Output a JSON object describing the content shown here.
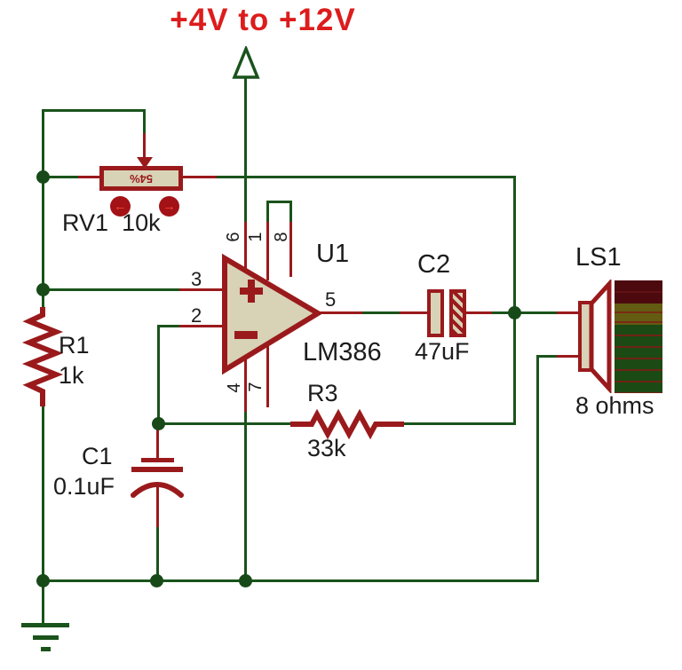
{
  "title": "+4V to +12V",
  "components": {
    "rv1": {
      "ref": "RV1",
      "value": "10k",
      "setting": "54%"
    },
    "r1": {
      "ref": "R1",
      "value": "1k"
    },
    "c1": {
      "ref": "C1",
      "value": "0.1uF"
    },
    "r3": {
      "ref": "R3",
      "value": "33k"
    },
    "c2": {
      "ref": "C2",
      "value": "47uF"
    },
    "u1": {
      "ref": "U1",
      "value": "LM386",
      "pins": {
        "in_plus": "3",
        "in_minus": "2",
        "out": "5",
        "vs": "6",
        "gain1": "1",
        "gain8": "8",
        "gnd": "4",
        "bypass": "7"
      }
    },
    "ls1": {
      "ref": "LS1",
      "value": "8 ohms"
    }
  },
  "icons": {
    "knob_decrease": "←",
    "knob_increase": "→"
  },
  "colors": {
    "wire": "#1a531b",
    "component": "#9a1a1c",
    "component_fill": "#d8d2b6",
    "title": "#dd1c1c",
    "text": "#1c1c1c",
    "background": "#ffffff"
  }
}
